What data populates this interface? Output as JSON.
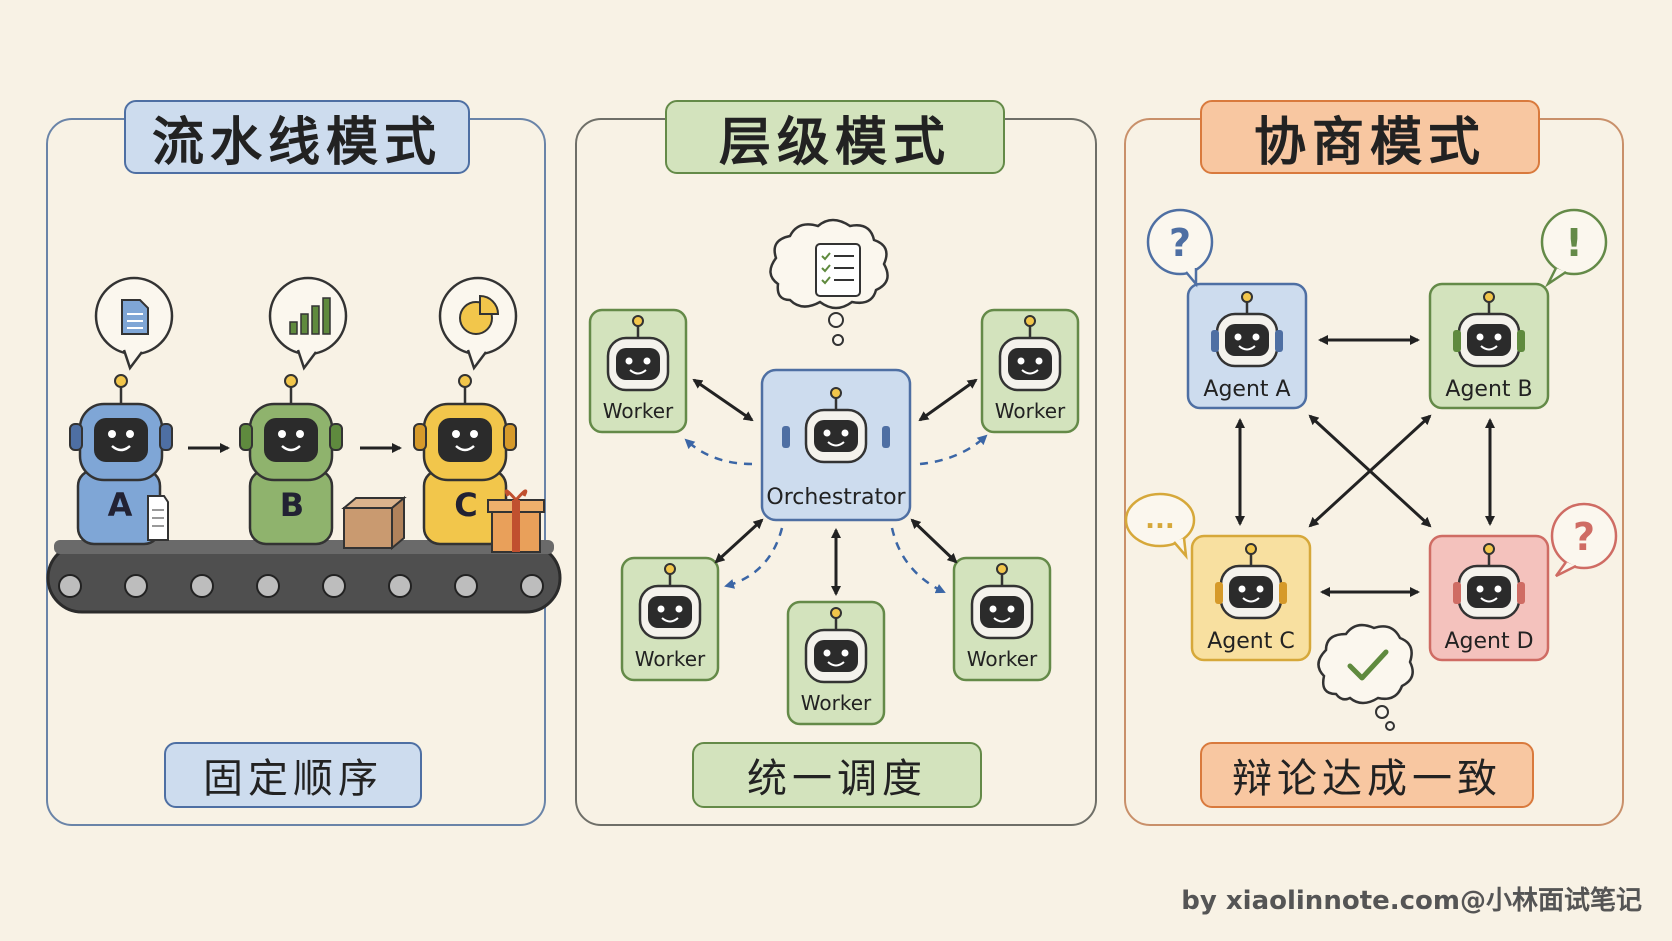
{
  "panels": {
    "pipeline": {
      "title": "流水线模式",
      "subtitle": "固定顺序",
      "robots": [
        "A",
        "B",
        "C"
      ]
    },
    "hierarchical": {
      "title": "层级模式",
      "subtitle": "统一调度",
      "orchestrator": "Orchestrator",
      "worker_label": "Worker"
    },
    "negotiation": {
      "title": "协商模式",
      "subtitle": "辩论达成一致",
      "agents": [
        "Agent A",
        "Agent B",
        "Agent C",
        "Agent D"
      ],
      "bubbles": [
        "?",
        "!",
        "...",
        "?"
      ]
    }
  },
  "credit": "by xiaolinnote.com@小林面试笔记",
  "colors": {
    "blue": "#7fa6d6",
    "green": "#8fb36d",
    "yellow": "#f2c64b",
    "red": "#e8908a",
    "conveyor": "#5a5a5a"
  }
}
